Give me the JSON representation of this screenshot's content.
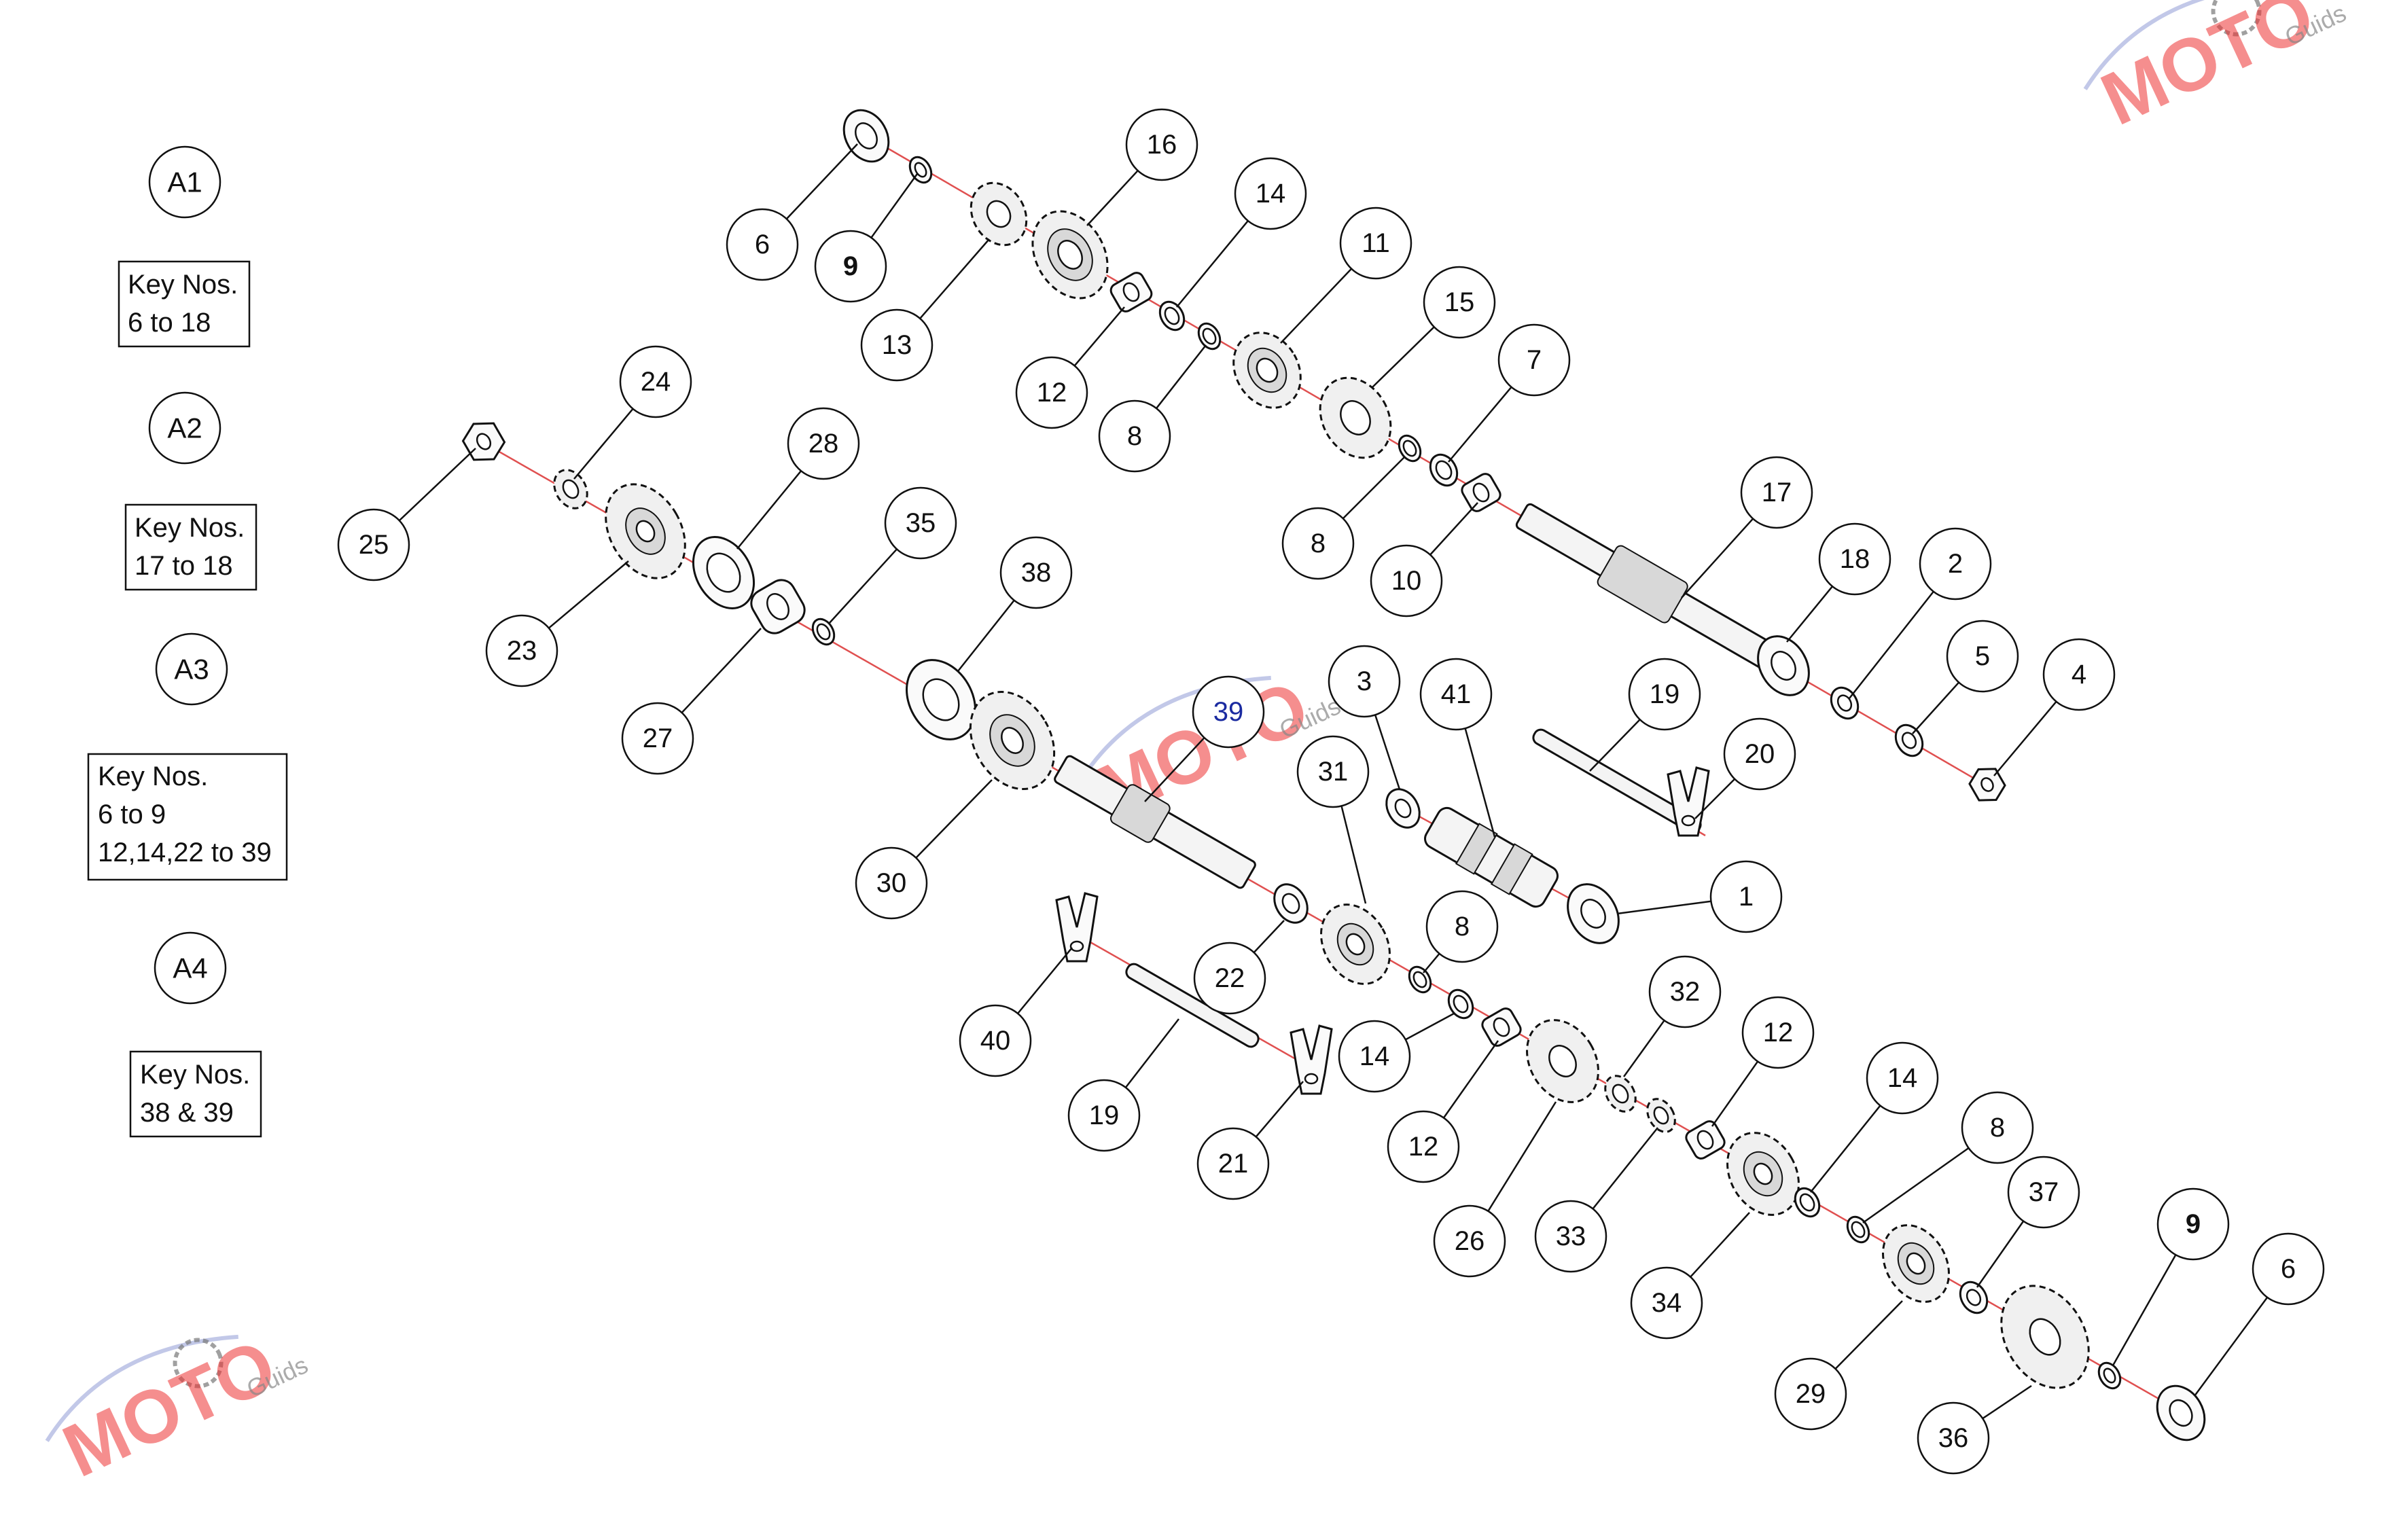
{
  "groups": [
    {
      "label": "A1",
      "key_lines": [
        "Key Nos.",
        "6 to 18"
      ]
    },
    {
      "label": "A2",
      "key_lines": [
        "Key Nos.",
        "17 to 18"
      ]
    },
    {
      "label": "A3",
      "key_lines": [
        "Key Nos.",
        "6 to 9",
        "12,14,22 to 39"
      ]
    },
    {
      "label": "A4",
      "key_lines": [
        "Key Nos.",
        "38 & 39"
      ]
    }
  ],
  "callouts": [
    {
      "id": "c-6a",
      "text": "6"
    },
    {
      "id": "c-9a",
      "text": "9",
      "bold": true
    },
    {
      "id": "c-16",
      "text": "16"
    },
    {
      "id": "c-13",
      "text": "13"
    },
    {
      "id": "c-14a",
      "text": "14"
    },
    {
      "id": "c-12a",
      "text": "12"
    },
    {
      "id": "c-11",
      "text": "11"
    },
    {
      "id": "c-8a",
      "text": "8"
    },
    {
      "id": "c-15",
      "text": "15"
    },
    {
      "id": "c-7",
      "text": "7"
    },
    {
      "id": "c-8b",
      "text": "8"
    },
    {
      "id": "c-10",
      "text": "10"
    },
    {
      "id": "c-17",
      "text": "17"
    },
    {
      "id": "c-18",
      "text": "18"
    },
    {
      "id": "c-2",
      "text": "2"
    },
    {
      "id": "c-5",
      "text": "5"
    },
    {
      "id": "c-4",
      "text": "4"
    },
    {
      "id": "c-24",
      "text": "24"
    },
    {
      "id": "c-25",
      "text": "25"
    },
    {
      "id": "c-28",
      "text": "28"
    },
    {
      "id": "c-23",
      "text": "23"
    },
    {
      "id": "c-35",
      "text": "35"
    },
    {
      "id": "c-27",
      "text": "27"
    },
    {
      "id": "c-38",
      "text": "38"
    },
    {
      "id": "c-39",
      "text": "39",
      "blue": true
    },
    {
      "id": "c-3",
      "text": "3"
    },
    {
      "id": "c-41",
      "text": "41"
    },
    {
      "id": "c-19a",
      "text": "19"
    },
    {
      "id": "c-20",
      "text": "20"
    },
    {
      "id": "c-31",
      "text": "31"
    },
    {
      "id": "c-30",
      "text": "30"
    },
    {
      "id": "c-1",
      "text": "1"
    },
    {
      "id": "c-8c",
      "text": "8"
    },
    {
      "id": "c-22",
      "text": "22"
    },
    {
      "id": "c-40",
      "text": "40"
    },
    {
      "id": "c-14b",
      "text": "14"
    },
    {
      "id": "c-32",
      "text": "32"
    },
    {
      "id": "c-12b",
      "text": "12"
    },
    {
      "id": "c-19b",
      "text": "19"
    },
    {
      "id": "c-12c",
      "text": "12"
    },
    {
      "id": "c-21",
      "text": "21"
    },
    {
      "id": "c-14c",
      "text": "14"
    },
    {
      "id": "c-8d",
      "text": "8"
    },
    {
      "id": "c-26",
      "text": "26"
    },
    {
      "id": "c-33",
      "text": "33"
    },
    {
      "id": "c-37",
      "text": "37"
    },
    {
      "id": "c-34",
      "text": "34"
    },
    {
      "id": "c-9b",
      "text": "9",
      "bold": true
    },
    {
      "id": "c-6b",
      "text": "6"
    },
    {
      "id": "c-29",
      "text": "29"
    },
    {
      "id": "c-36",
      "text": "36"
    }
  ],
  "watermark": {
    "brand": "MOTO",
    "sub": "Guids"
  },
  "colors": {
    "axis": "#e05050",
    "ink": "#111111",
    "callout_39": "#1a2aa0",
    "watermark": "#e33333"
  }
}
